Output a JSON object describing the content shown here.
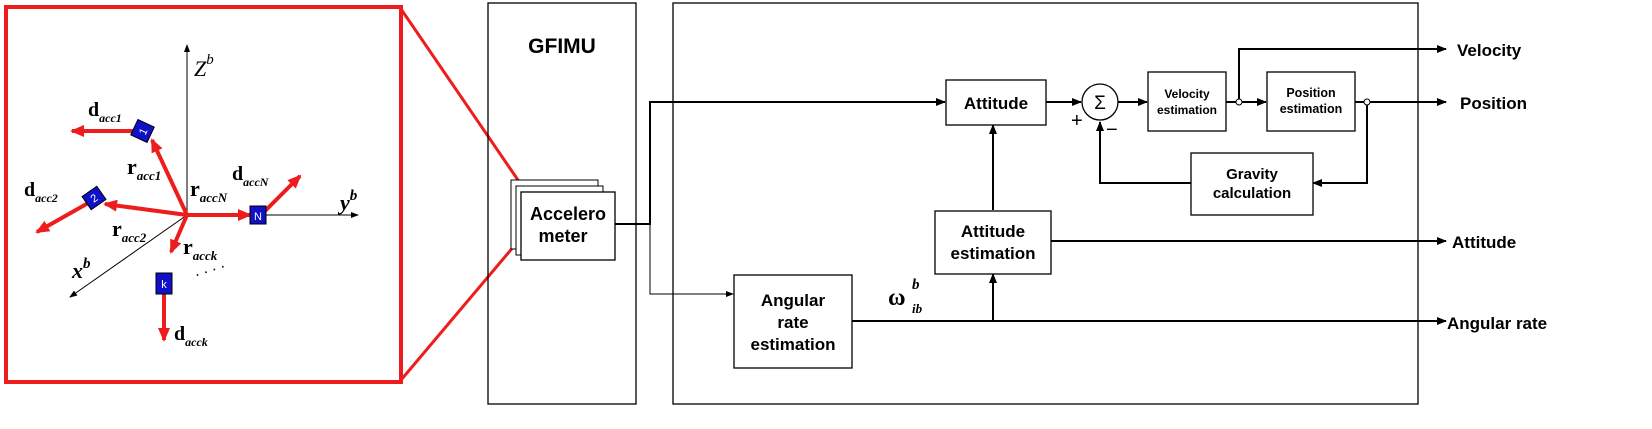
{
  "gfimu": {
    "title": "GFIMU",
    "accelerometer": [
      "Accelero",
      "meter"
    ]
  },
  "frame": {
    "z_label": "Z",
    "z_sup": "b",
    "y_label": "y",
    "y_sup": "b",
    "x_label": "x",
    "x_sup": "b",
    "sensors": [
      "1",
      "2",
      "N",
      "k"
    ],
    "d_acc1": {
      "main": "d",
      "sub": "acc1"
    },
    "d_acc2": {
      "main": "d",
      "sub": "acc2"
    },
    "d_accN": {
      "main": "d",
      "sub": "accN"
    },
    "d_acck": {
      "main": "d",
      "sub": "acck"
    },
    "r_acc1": {
      "main": "r",
      "sub": "acc1"
    },
    "r_acc2": {
      "main": "r",
      "sub": "acc2"
    },
    "r_accN": {
      "main": "r",
      "sub": "accN"
    },
    "r_acck": {
      "main": "r",
      "sub": "acck"
    },
    "dots": ". . . ."
  },
  "blocks": {
    "attitude": "Attitude",
    "sum_symbol": "Σ",
    "plus": "+",
    "minus": "−",
    "velocity_estimation": [
      "Velocity",
      "estimation"
    ],
    "position_estimation": [
      "Position",
      "estimation"
    ],
    "gravity_calculation": [
      "Gravity",
      "calculation"
    ],
    "attitude_estimation": [
      "Attitude",
      "estimation"
    ],
    "angular_rate_estimation": [
      "Angular",
      "rate",
      "estimation"
    ]
  },
  "omega": {
    "main": "ω",
    "sup": "b",
    "sub": "ib"
  },
  "outputs": {
    "velocity": "Velocity",
    "position": "Position",
    "attitude": "Attitude",
    "angular_rate": "Angular rate"
  },
  "colors": {
    "highlight": "#ee1c1c",
    "sensor_fill": "#1010c8",
    "line": "#000000"
  }
}
